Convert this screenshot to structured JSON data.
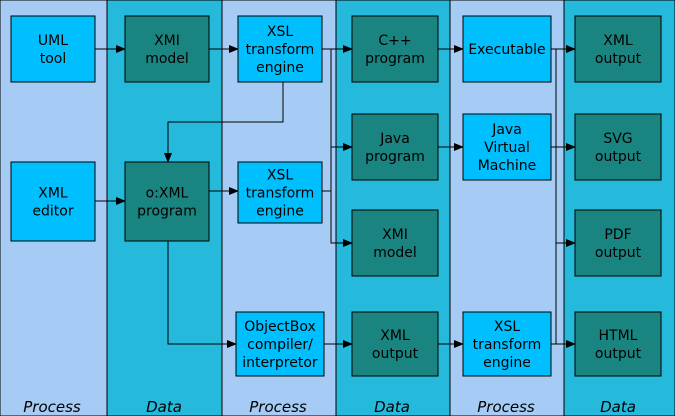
{
  "colors": {
    "process_lane": "#a6cbf5",
    "data_lane": "#25b9db",
    "process_node": "#00bfff",
    "data_node": "#1a8580",
    "edge": "#000000",
    "text": "#000000"
  },
  "lanes": [
    {
      "id": "lane1",
      "kind": "process",
      "label": "Process"
    },
    {
      "id": "lane2",
      "kind": "data",
      "label": "Data"
    },
    {
      "id": "lane3",
      "kind": "process",
      "label": "Process"
    },
    {
      "id": "lane4",
      "kind": "data",
      "label": "Data"
    },
    {
      "id": "lane5",
      "kind": "process",
      "label": "Process"
    },
    {
      "id": "lane6",
      "kind": "data",
      "label": "Data"
    }
  ],
  "nodes": [
    {
      "id": "uml-tool",
      "kind": "process",
      "lines": [
        "UML",
        "tool"
      ]
    },
    {
      "id": "xml-editor",
      "kind": "process",
      "lines": [
        "XML",
        "editor"
      ]
    },
    {
      "id": "xmi-model-1",
      "kind": "data",
      "lines": [
        "XMI",
        "model"
      ]
    },
    {
      "id": "oxml-program",
      "kind": "data",
      "lines": [
        "o:XML",
        "program"
      ]
    },
    {
      "id": "xsl-engine-1",
      "kind": "process",
      "lines": [
        "XSL",
        "transform",
        "engine"
      ]
    },
    {
      "id": "xsl-engine-2",
      "kind": "process",
      "lines": [
        "XSL",
        "transform",
        "engine"
      ]
    },
    {
      "id": "objectbox",
      "kind": "process",
      "lines": [
        "ObjectBox",
        "compiler/",
        "interpretor"
      ]
    },
    {
      "id": "cpp-program",
      "kind": "data",
      "lines": [
        "C++",
        "program"
      ]
    },
    {
      "id": "java-program",
      "kind": "data",
      "lines": [
        "Java",
        "program"
      ]
    },
    {
      "id": "xmi-model-2",
      "kind": "data",
      "lines": [
        "XMI",
        "model"
      ]
    },
    {
      "id": "xml-output-1",
      "kind": "data",
      "lines": [
        "XML",
        "output"
      ]
    },
    {
      "id": "executable",
      "kind": "process",
      "lines": [
        "Executable"
      ]
    },
    {
      "id": "jvm",
      "kind": "process",
      "lines": [
        "Java",
        "Virtual",
        "Machine"
      ]
    },
    {
      "id": "xsl-engine-3",
      "kind": "process",
      "lines": [
        "XSL",
        "transform",
        "engine"
      ]
    },
    {
      "id": "xml-output-2",
      "kind": "data",
      "lines": [
        "XML",
        "output"
      ]
    },
    {
      "id": "svg-output",
      "kind": "data",
      "lines": [
        "SVG",
        "output"
      ]
    },
    {
      "id": "pdf-output",
      "kind": "data",
      "lines": [
        "PDF",
        "output"
      ]
    },
    {
      "id": "html-output",
      "kind": "data",
      "lines": [
        "HTML",
        "output"
      ]
    }
  ]
}
